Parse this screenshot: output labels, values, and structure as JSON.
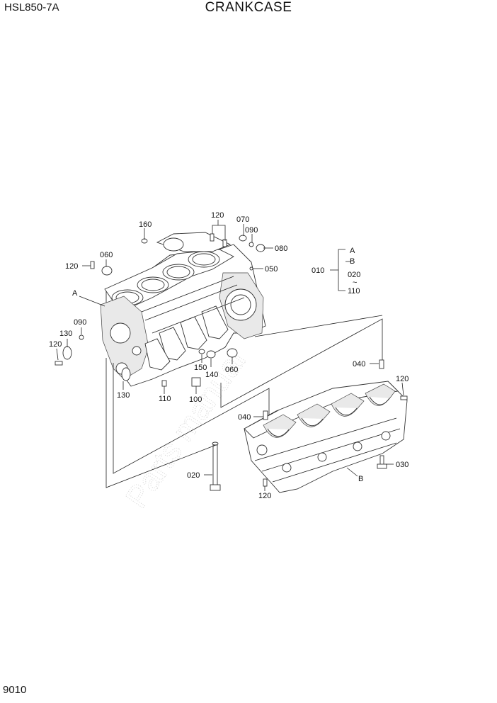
{
  "header": {
    "model": "HSL850-7A",
    "title": "CRANKCASE"
  },
  "footer": {
    "page_number": "9010"
  },
  "watermark": "Parts manual",
  "legend": {
    "ref": "010",
    "items": [
      "A",
      "B",
      "020",
      "~",
      "110"
    ]
  },
  "callouts": {
    "c160": "160",
    "c120_top": "120",
    "c070": "070",
    "c090_top": "090",
    "c080": "080",
    "c060_left": "060",
    "c120_left": "120",
    "c050": "050",
    "cA": "A",
    "c090_left": "090",
    "c130_top": "130",
    "c120_far": "120",
    "c130_bottom": "130",
    "c110": "110",
    "c100": "100",
    "c150": "150",
    "c140": "140",
    "c060_right": "060",
    "c040_top": "040",
    "c120_right": "120",
    "c040_mid": "040",
    "c030": "030",
    "c020": "020",
    "cB": "B",
    "c120_bottom": "120"
  }
}
